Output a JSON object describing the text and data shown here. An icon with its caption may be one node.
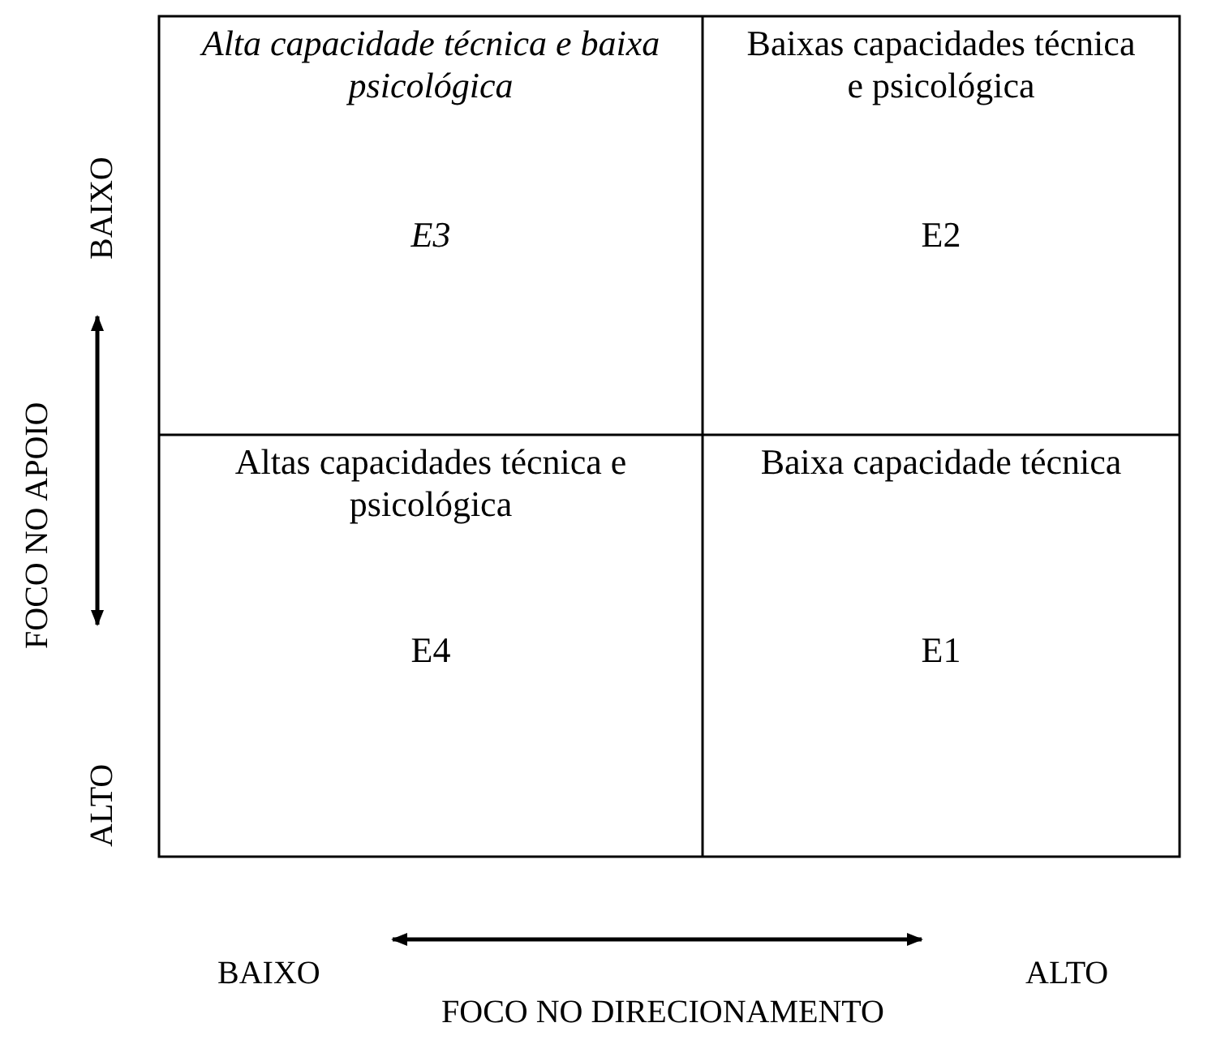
{
  "diagram": {
    "nodes": [
      {
        "text": [
          "Alta capacidade técnica e baixa psicológica",
          "E3"
        ]
      },
      {
        "text": [
          "Baixas capacidades técnica e psicológica",
          "E2"
        ]
      },
      {
        "text": [
          "Altas capacidades técnica e psicológica",
          "E4"
        ]
      },
      {
        "text": [
          "Baixa capacidade técnica",
          "E1"
        ]
      }
    ],
    "labels": [
      "BAIXO",
      "FOCO NO APOIO",
      "ALTO",
      "BAIXO",
      "ALTO",
      "FOCO NO DIRECIONAMENTO"
    ]
  }
}
